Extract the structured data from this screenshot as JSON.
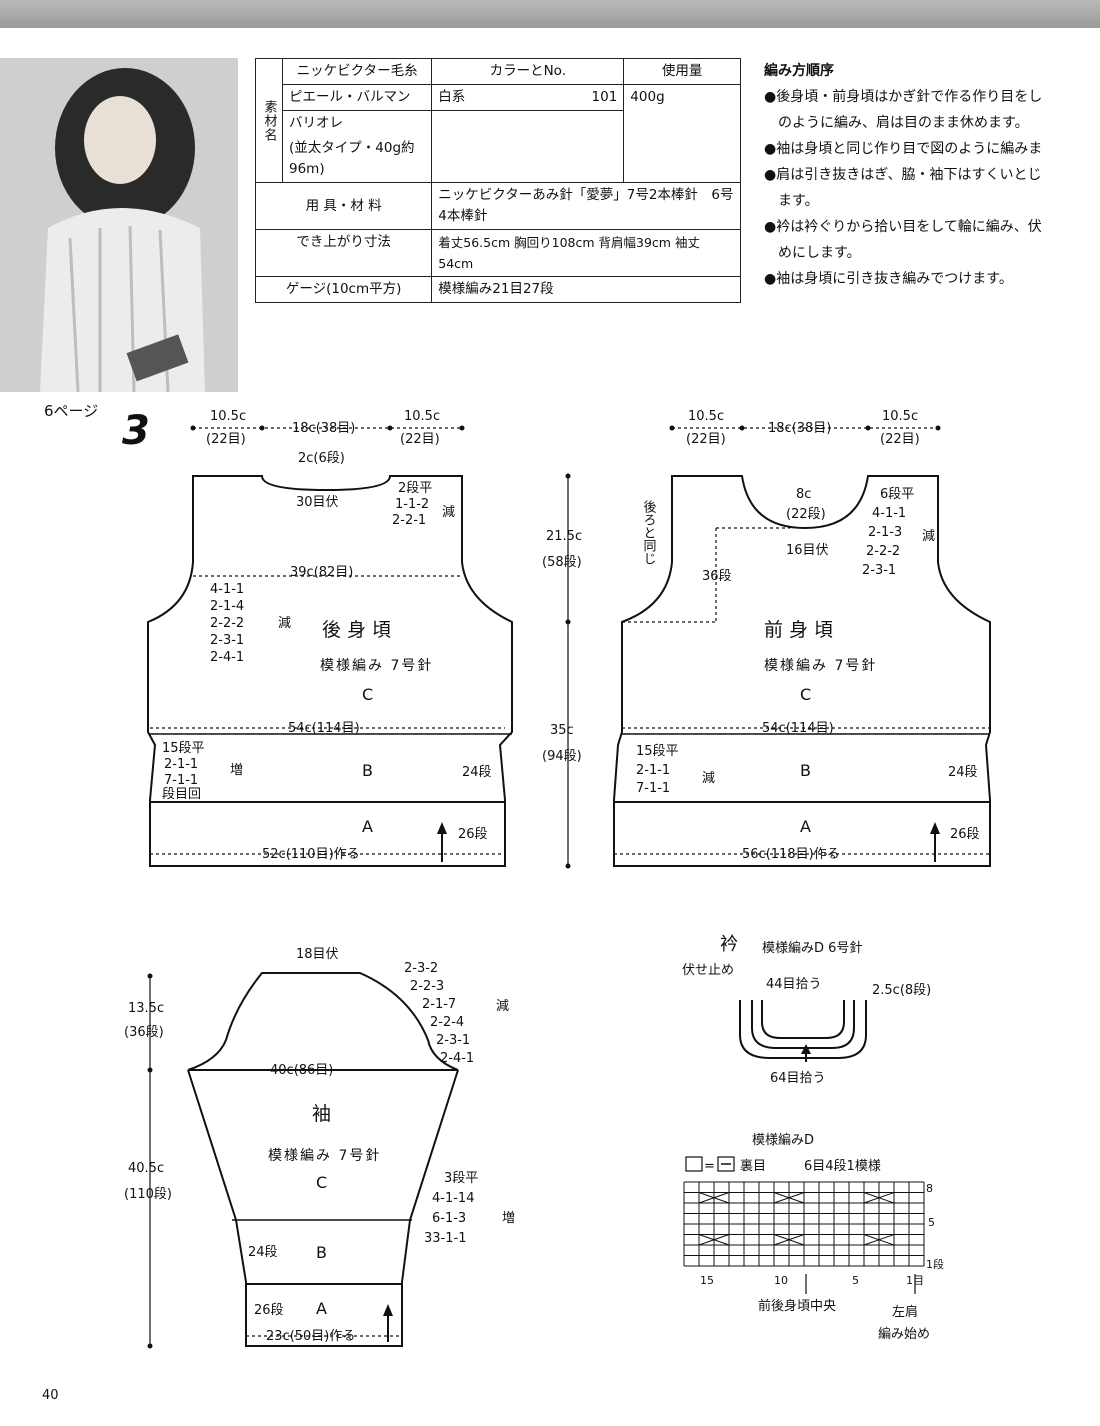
{
  "table": {
    "h1": "ニッケビクター毛糸",
    "h2": "カラーとNo.",
    "h3": "使用量",
    "row_label_material": "素材名",
    "yarn1": "ピエール・バルマン",
    "yarn2": "バリオレ",
    "yarn3": "(並太タイプ・40g約96m)",
    "color": "白系",
    "color_no": "101",
    "amount": "400g",
    "tools_label": "用 具・材 料",
    "tools_value": "ニッケビクターあみ針「愛夢」7号2本棒針　6号4本棒針",
    "size_label": "でき上がり寸法",
    "size_value": "着丈56.5cm 胸回り108cm 背肩幅39cm 袖丈54cm",
    "gauge_label": "ゲージ(10cm平方)",
    "gauge_value": "模様編み21目27段"
  },
  "steps": {
    "title": "編み方順序",
    "items": [
      "●後身頃・前身頃はかぎ針で作る作り目をし",
      "のように編み、肩は目のまま休めます。",
      "●袖は身頃と同じ作り目で図のように編みま",
      "●肩は引き抜きはぎ、脇・袖下はすくいとじ",
      "ます。",
      "●衿は衿ぐりから拾い目をして輪に編み、伏",
      "めにします。",
      "●袖は身頃に引き抜き編みでつけます。"
    ]
  },
  "pattern": {
    "page_ref": "6ページ",
    "number": "3"
  },
  "back": {
    "w_left": "10.5c",
    "w_left_s": "(22目)",
    "w_mid": "18c(38目)",
    "w_right": "10.5c",
    "w_right_s": "(22目)",
    "neck_depth": "2c(6段)",
    "bind": "30目伏",
    "shoulder": [
      "2段平",
      "1-1-2",
      "2-2-1"
    ],
    "shoulder_dec": "減",
    "width39": "39c(82目)",
    "arm": [
      "4-1-1",
      "2-1-4",
      "2-2-2",
      "2-3-1",
      "2-4-1"
    ],
    "arm_dec": "減",
    "title": "後身頃",
    "stitch": "模様編み 7号針",
    "zone_c": "C",
    "width54": "54c(114目)",
    "side": [
      "15段平",
      "2-1-1",
      "7-1-1"
    ],
    "side_inc": "増",
    "side_note": "段目回",
    "zone_b": "B",
    "rows24": "24段",
    "zone_a": "A",
    "rows26": "26段",
    "cast_on": "52c(110目)作る"
  },
  "height": {
    "upper": "21.5c",
    "upper_s": "(58段)",
    "lower": "35c",
    "lower_s": "(94段)"
  },
  "front": {
    "w_left": "10.5c",
    "w_left_s": "(22目)",
    "w_mid": "18c(38目)",
    "w_right": "10.5c",
    "w_right_s": "(22目)",
    "neck_w": "8c",
    "neck_s": "(22段)",
    "bind": "16目伏",
    "neck_dec": [
      "6段平",
      "4-1-1",
      "2-1-3",
      "2-2-2",
      "2-3-1"
    ],
    "neck_dec_label": "減",
    "same_as_back": "後ろと同じ",
    "depth36": "36段",
    "title": "前身頃",
    "stitch": "模様編み 7号針",
    "zone_c": "C",
    "width54": "54c(114目)",
    "side": [
      "15段平",
      "2-1-1",
      "7-1-1"
    ],
    "side_dec": "減",
    "zone_b": "B",
    "rows24": "24段",
    "zone_a": "A",
    "rows26": "26段",
    "cast_on": "56c(118目)作る"
  },
  "sleeve": {
    "bind": "18目伏",
    "cap": [
      "2-3-2",
      "2-2-3",
      "2-1-7",
      "2-2-4",
      "2-3-1",
      "2-4-1"
    ],
    "cap_dec": "減",
    "cap_h": "13.5c",
    "cap_h_s": "(36段)",
    "width40": "40c(86目)",
    "title": "袖",
    "stitch": "模様編み 7号針",
    "zone_c": "C",
    "len": "40.5c",
    "len_s": "(110段)",
    "inc": [
      "3段平",
      "4-1-14",
      "6-1-3",
      "33-1-1"
    ],
    "inc_label": "増",
    "rows24": "24段",
    "zone_b": "B",
    "rows26": "26段",
    "zone_a": "A",
    "cast_on": "23c(50目)作る"
  },
  "collar": {
    "title": "衿",
    "stitch": "模様編みD 6号針",
    "bind_off": "伏せ止め",
    "pick44": "44目拾う",
    "height": "2.5c(8段)",
    "pick64": "64目拾う"
  },
  "chartD": {
    "title": "模様編みD",
    "legend": "=",
    "legend_text": "裏目",
    "repeat": "6目4段1模様",
    "row8": "8",
    "row5": "5",
    "row1": "1段",
    "col15": "15",
    "col10": "10",
    "col5": "5",
    "col1": "1目",
    "center": "前後身頃中央",
    "left_shoulder": "左肩",
    "start": "編み始め"
  },
  "page_number": "40"
}
